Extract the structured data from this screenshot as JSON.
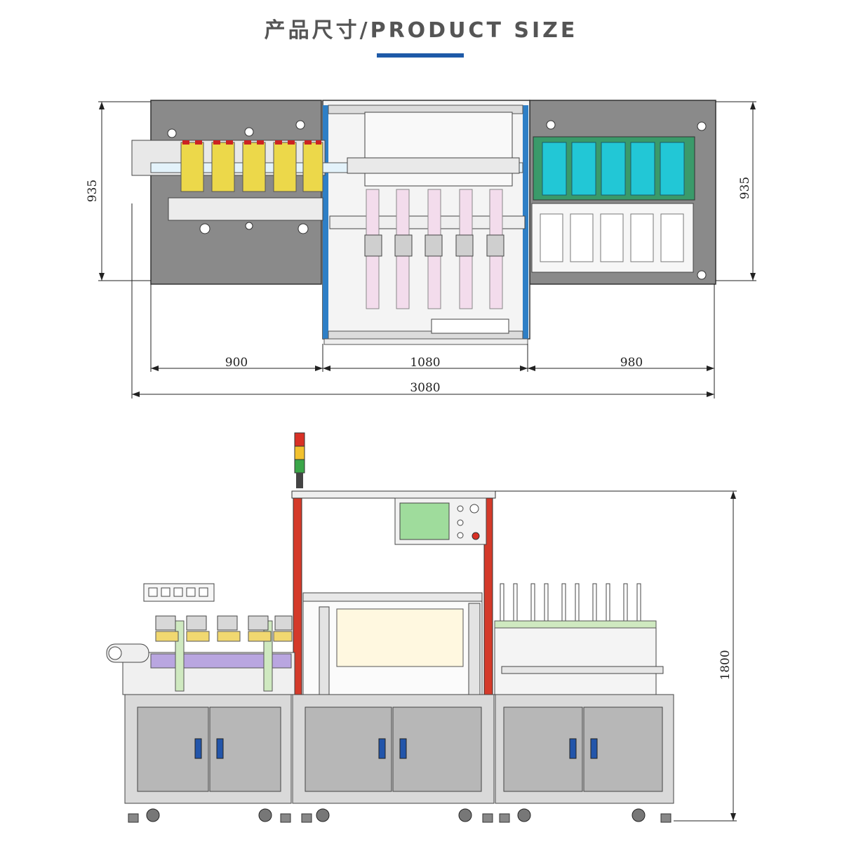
{
  "header": {
    "title": "产品尺寸/PRODUCT SIZE",
    "accent_color": "#1e5aa8"
  },
  "top_view": {
    "dimensions": {
      "height_left": "935",
      "height_right": "935",
      "section_1": "900",
      "section_2": "1080",
      "section_3": "980",
      "total_length": "3080"
    }
  },
  "front_view": {
    "dimensions": {
      "height": "1800"
    }
  },
  "colors": {
    "panel_gray": "#8a8a8a",
    "frame_blue": "#2e7fc6",
    "post_red": "#d43a2a",
    "mold_yellow": "#ecd84a",
    "mold_cyan": "#22c7d6",
    "cabinet_gray": "#b7b7b7",
    "screen_green": "#9fdc9c"
  }
}
